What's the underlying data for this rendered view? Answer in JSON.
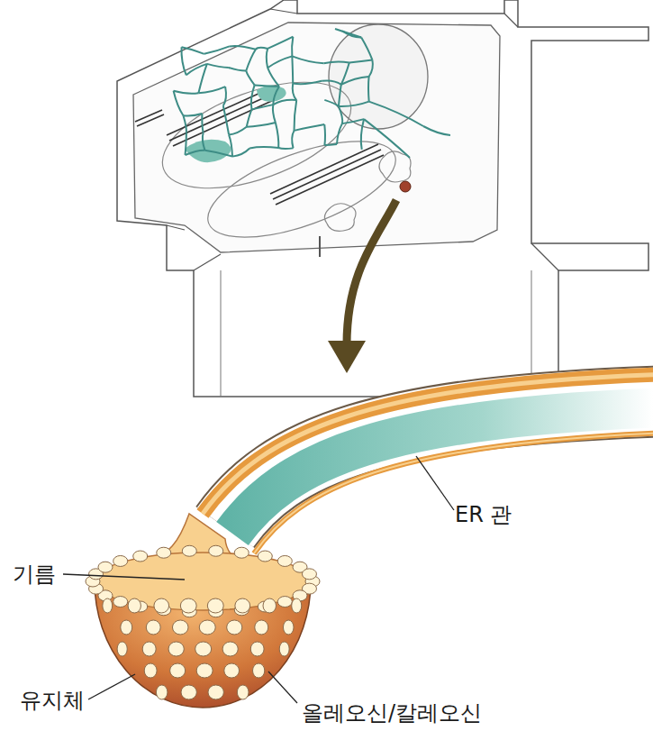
{
  "diagram": {
    "labels": [
      "ER 관",
      "기름",
      "유지체",
      "올레오신/칼레오신"
    ]
  }
}
